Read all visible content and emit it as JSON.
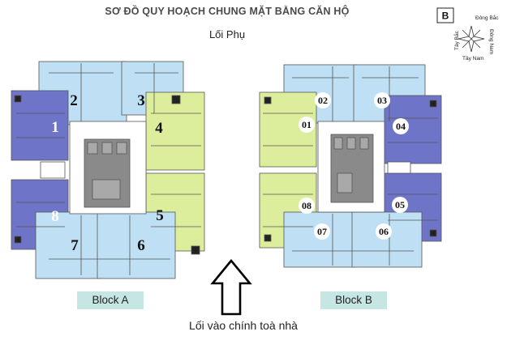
{
  "title": "SƠ ĐỒ QUY HOẠCH CHUNG MẶT BẰNG CĂN HỘ",
  "side_entrance": "Lối Phụ",
  "main_entrance": "Lối vào chính toà nhà",
  "blocks": {
    "a": {
      "label": "Block A",
      "units": [
        "1",
        "2",
        "3",
        "4",
        "5",
        "6",
        "7",
        "8"
      ]
    },
    "b": {
      "label": "Block B",
      "units": [
        "01",
        "02",
        "03",
        "04",
        "05",
        "06",
        "07",
        "08"
      ]
    }
  },
  "compass": {
    "letter": "B",
    "north_east": "Đông Bắc",
    "north_west": "Tây Bắc",
    "south_east": "Đông Nam",
    "south_west": "Tây Nam"
  },
  "colors": {
    "light_blue_units": "#bfe0f4",
    "dark_blue_units": "#6e74c8",
    "yellow_green_units": "#dcee9c",
    "core": "#8a8a8a",
    "block_label_bg": "#c6e6e3"
  }
}
